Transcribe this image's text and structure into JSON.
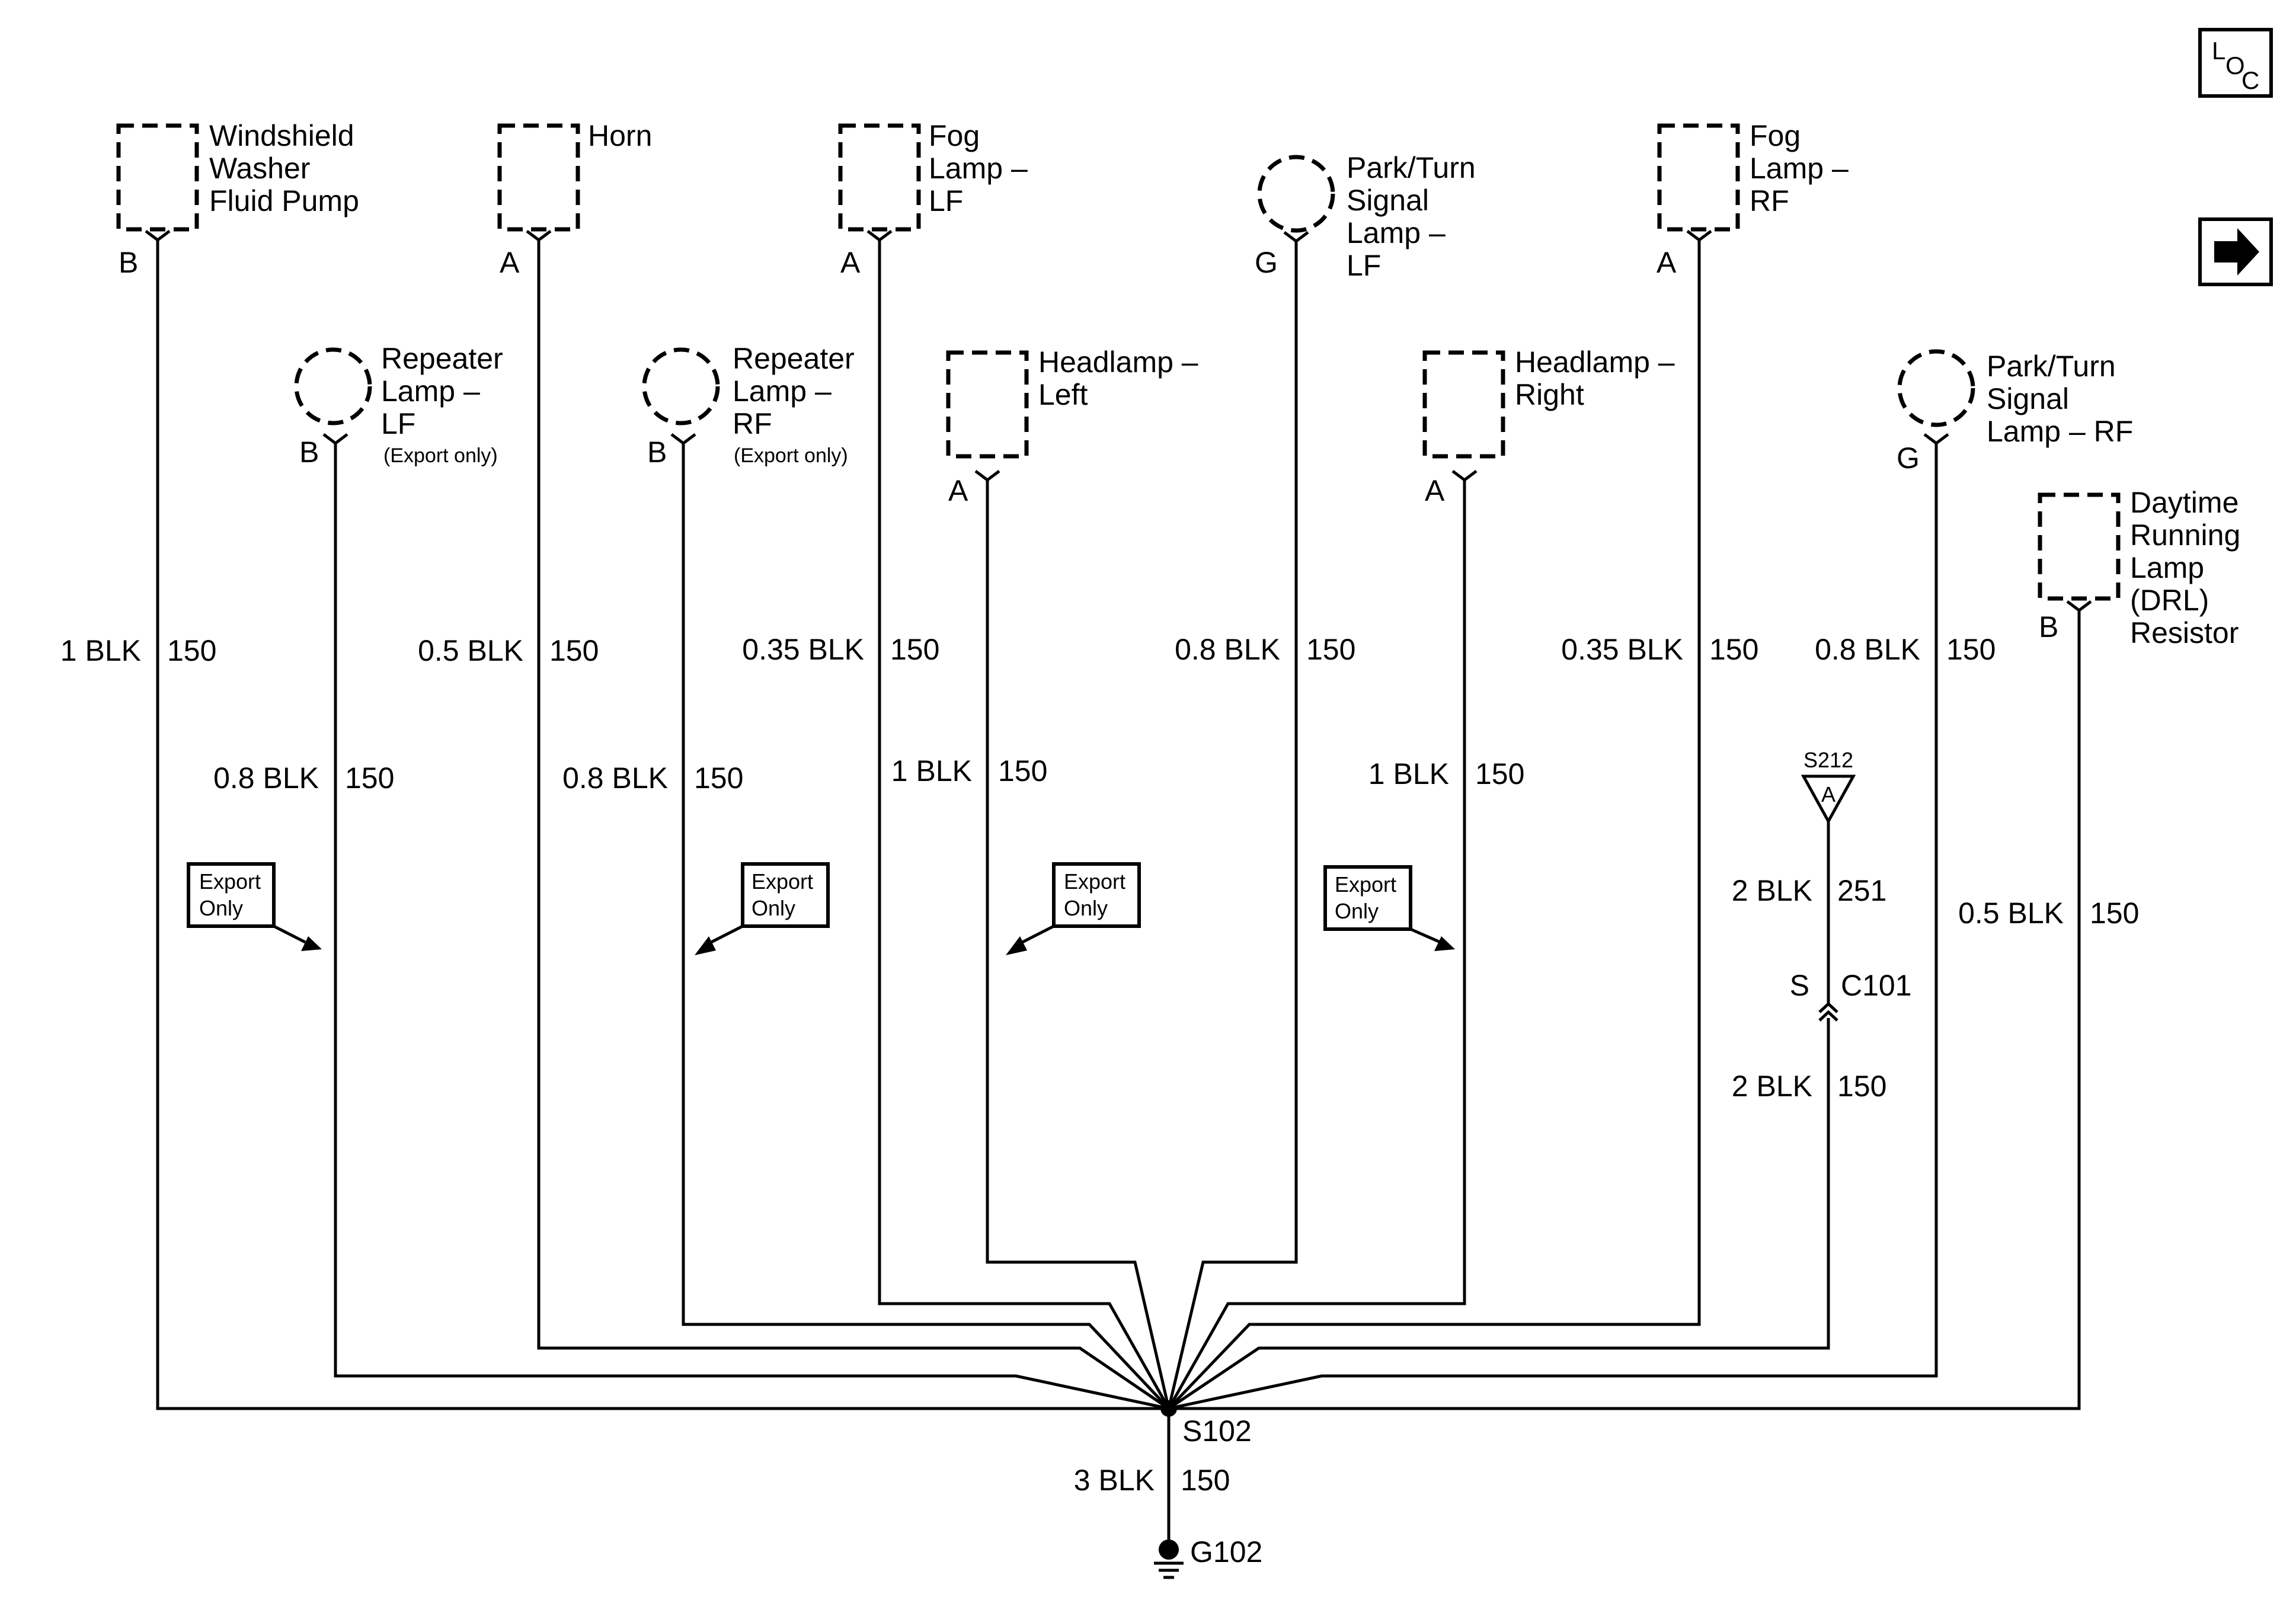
{
  "nav": {
    "loc_l": "L",
    "loc_o": "O",
    "loc_c": "C",
    "arrow_glyph": "➔"
  },
  "components": [
    {
      "id": "wwfp",
      "lines": [
        "Windshield",
        "Washer",
        "Fluid Pump"
      ],
      "shape": "rect",
      "pin": "B"
    },
    {
      "id": "horn",
      "lines": [
        "Horn"
      ],
      "shape": "rect",
      "pin": "A"
    },
    {
      "id": "foglf",
      "lines": [
        "Fog",
        "Lamp –",
        "LF"
      ],
      "shape": "rect",
      "pin": "A"
    },
    {
      "id": "parklf",
      "lines": [
        "Park/Turn",
        "Signal",
        "Lamp –",
        "LF"
      ],
      "shape": "circle",
      "pin": "G"
    },
    {
      "id": "fogrf",
      "lines": [
        "Fog",
        "Lamp –",
        "RF"
      ],
      "shape": "rect",
      "pin": "A"
    },
    {
      "id": "replf",
      "lines": [
        "Repeater",
        "Lamp –",
        "LF"
      ],
      "note": "(Export only)",
      "shape": "circle",
      "pin": "B"
    },
    {
      "id": "reprf",
      "lines": [
        "Repeater",
        "Lamp –",
        "RF"
      ],
      "note": "(Export only)",
      "shape": "circle",
      "pin": "B"
    },
    {
      "id": "hlleft",
      "lines": [
        "Headlamp –",
        "Left"
      ],
      "shape": "rect",
      "pin": "A"
    },
    {
      "id": "hlright",
      "lines": [
        "Headlamp –",
        "Right"
      ],
      "shape": "rect",
      "pin": "A"
    },
    {
      "id": "parkrf",
      "lines": [
        "Park/Turn",
        "Signal",
        "Lamp – RF"
      ],
      "shape": "circle",
      "pin": "G"
    },
    {
      "id": "drl",
      "lines": [
        "Daytime",
        "Running",
        "Lamp",
        "(DRL)",
        "Resistor"
      ],
      "shape": "rect",
      "pin": "B"
    }
  ],
  "wire_labels": [
    {
      "id": "w1",
      "gauge": "1 BLK",
      "circuit": "150"
    },
    {
      "id": "w2",
      "gauge": "0.5 BLK",
      "circuit": "150"
    },
    {
      "id": "w3",
      "gauge": "0.35 BLK",
      "circuit": "150"
    },
    {
      "id": "w4",
      "gauge": "0.8 BLK",
      "circuit": "150"
    },
    {
      "id": "w5",
      "gauge": "0.35 BLK",
      "circuit": "150"
    },
    {
      "id": "w6",
      "gauge": "0.8 BLK",
      "circuit": "150"
    },
    {
      "id": "w7",
      "gauge": "0.8 BLK",
      "circuit": "150"
    },
    {
      "id": "w8",
      "gauge": "0.8 BLK",
      "circuit": "150"
    },
    {
      "id": "w9",
      "gauge": "1 BLK",
      "circuit": "150"
    },
    {
      "id": "w10",
      "gauge": "1 BLK",
      "circuit": "150"
    },
    {
      "id": "w11",
      "gauge": "2 BLK",
      "circuit": "251"
    },
    {
      "id": "w12",
      "gauge": "2 BLK",
      "circuit": "150"
    },
    {
      "id": "w13",
      "gauge": "0.5 BLK",
      "circuit": "150"
    },
    {
      "id": "w14",
      "gauge": "3 BLK",
      "circuit": "150"
    }
  ],
  "export_boxes": [
    {
      "lines": [
        "Export",
        "Only"
      ]
    },
    {
      "lines": [
        "Export",
        "Only"
      ]
    },
    {
      "lines": [
        "Export",
        "Only"
      ]
    },
    {
      "lines": [
        "Export",
        "Only"
      ]
    }
  ],
  "splices": {
    "s212": "S212",
    "s212_pin": "A",
    "s102": "S102"
  },
  "connector": {
    "pin": "S",
    "name": "C101"
  },
  "ground": {
    "name": "G102"
  }
}
